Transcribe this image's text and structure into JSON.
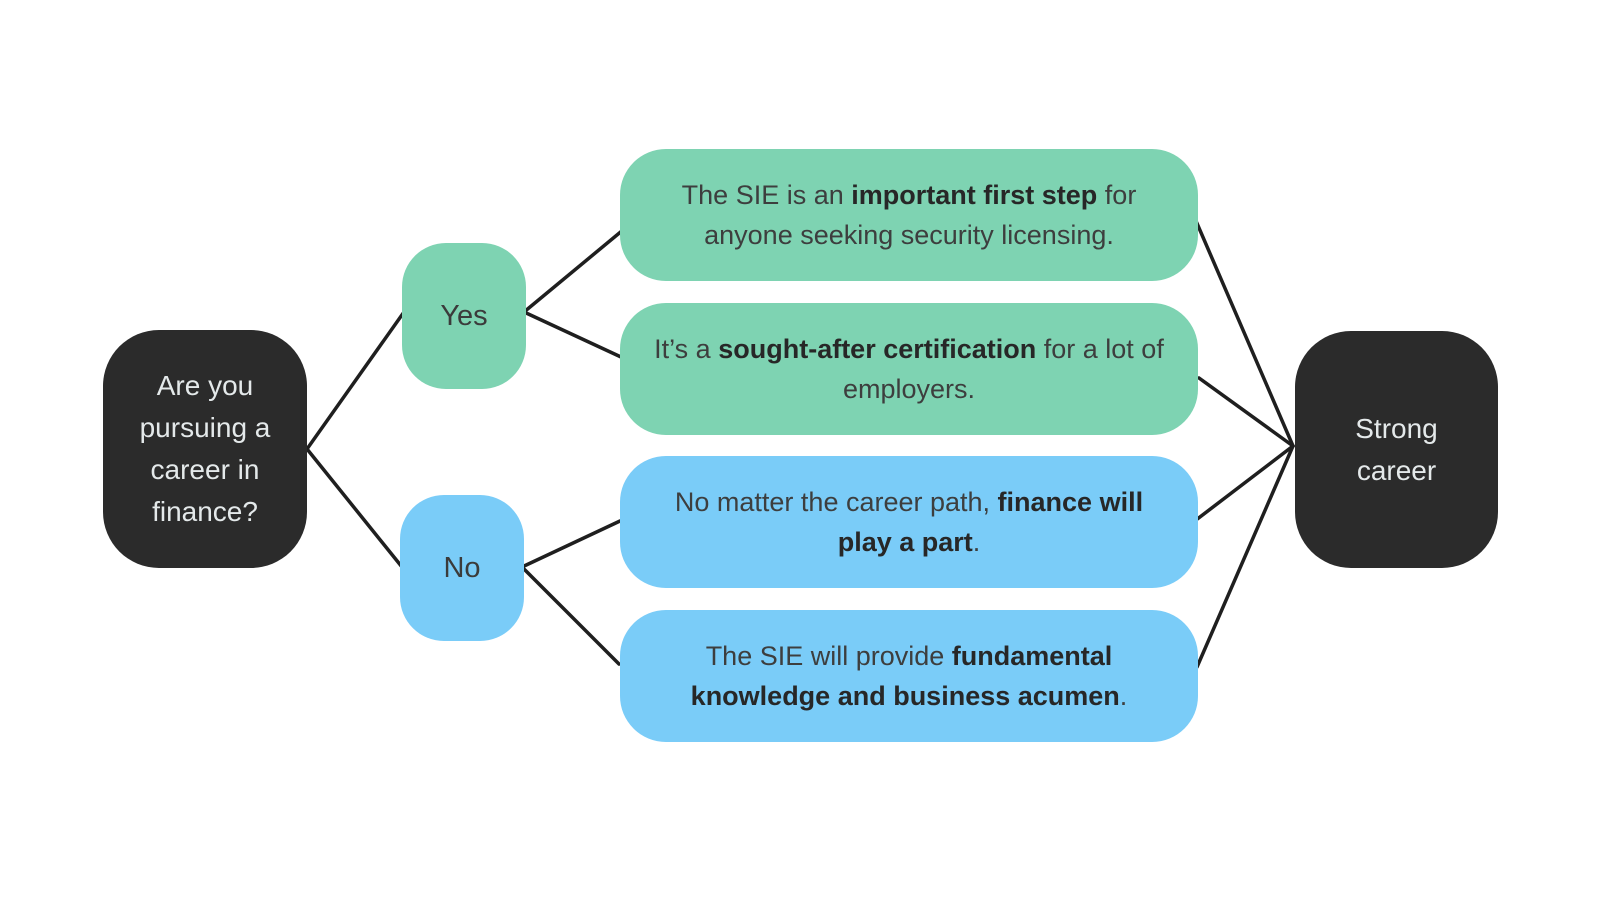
{
  "colors": {
    "dark_node": "#2b2b2b",
    "dark_node_text": "#e4e9ea",
    "green": "#7ed3b2",
    "blue": "#7accf8",
    "card_text": "#3d3e3e",
    "card_text_bold": "#272727",
    "connector": "#1f1f1f",
    "background": "#ffffff"
  },
  "diagram": {
    "type": "decision-flowchart",
    "root": {
      "text": "Are you pursuing a career in finance?"
    },
    "branches": {
      "yes": {
        "label": "Yes",
        "cards": [
          {
            "pre": "The SIE is an ",
            "bold": "important first step",
            "post": " for anyone seeking security licensing."
          },
          {
            "pre": "It’s a ",
            "bold": "sought-after certification",
            "post": " for a lot of employers."
          }
        ]
      },
      "no": {
        "label": "No",
        "cards": [
          {
            "pre": "No matter the career path, ",
            "bold": "finance will play a part",
            "post": "."
          },
          {
            "pre": "The SIE will provide ",
            "bold": "fundamental knowledge and business acumen",
            "post": "."
          }
        ]
      }
    },
    "result": {
      "text": "Strong career"
    },
    "edges": [
      {
        "from": "question",
        "to": "yes"
      },
      {
        "from": "question",
        "to": "no"
      },
      {
        "from": "yes",
        "to": "card-yes-1"
      },
      {
        "from": "yes",
        "to": "card-yes-2"
      },
      {
        "from": "no",
        "to": "card-no-1"
      },
      {
        "from": "no",
        "to": "card-no-2"
      },
      {
        "from": "card-yes-1",
        "to": "result"
      },
      {
        "from": "card-yes-2",
        "to": "result"
      },
      {
        "from": "card-no-1",
        "to": "result"
      },
      {
        "from": "card-no-2",
        "to": "result"
      }
    ]
  }
}
